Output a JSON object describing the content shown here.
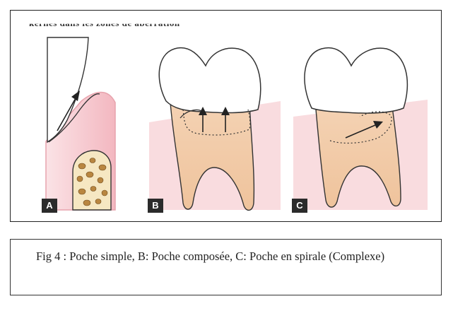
{
  "figure": {
    "header_fragment": "kernes dans les zones de aberration",
    "panels": [
      {
        "label": "A"
      },
      {
        "label": "B"
      },
      {
        "label": "C"
      }
    ],
    "colors": {
      "gum": "#f6c9cf",
      "gum_edge": "#e7a3ad",
      "root": "#f2ccaa",
      "enamel": "#ffffff",
      "bone_spot": "#b98640",
      "label_bg": "#2b2b2b"
    }
  },
  "caption": {
    "text": "Fig 4 : Poche simple, B: Poche composée, C: Poche  en spirale (Complexe)"
  }
}
